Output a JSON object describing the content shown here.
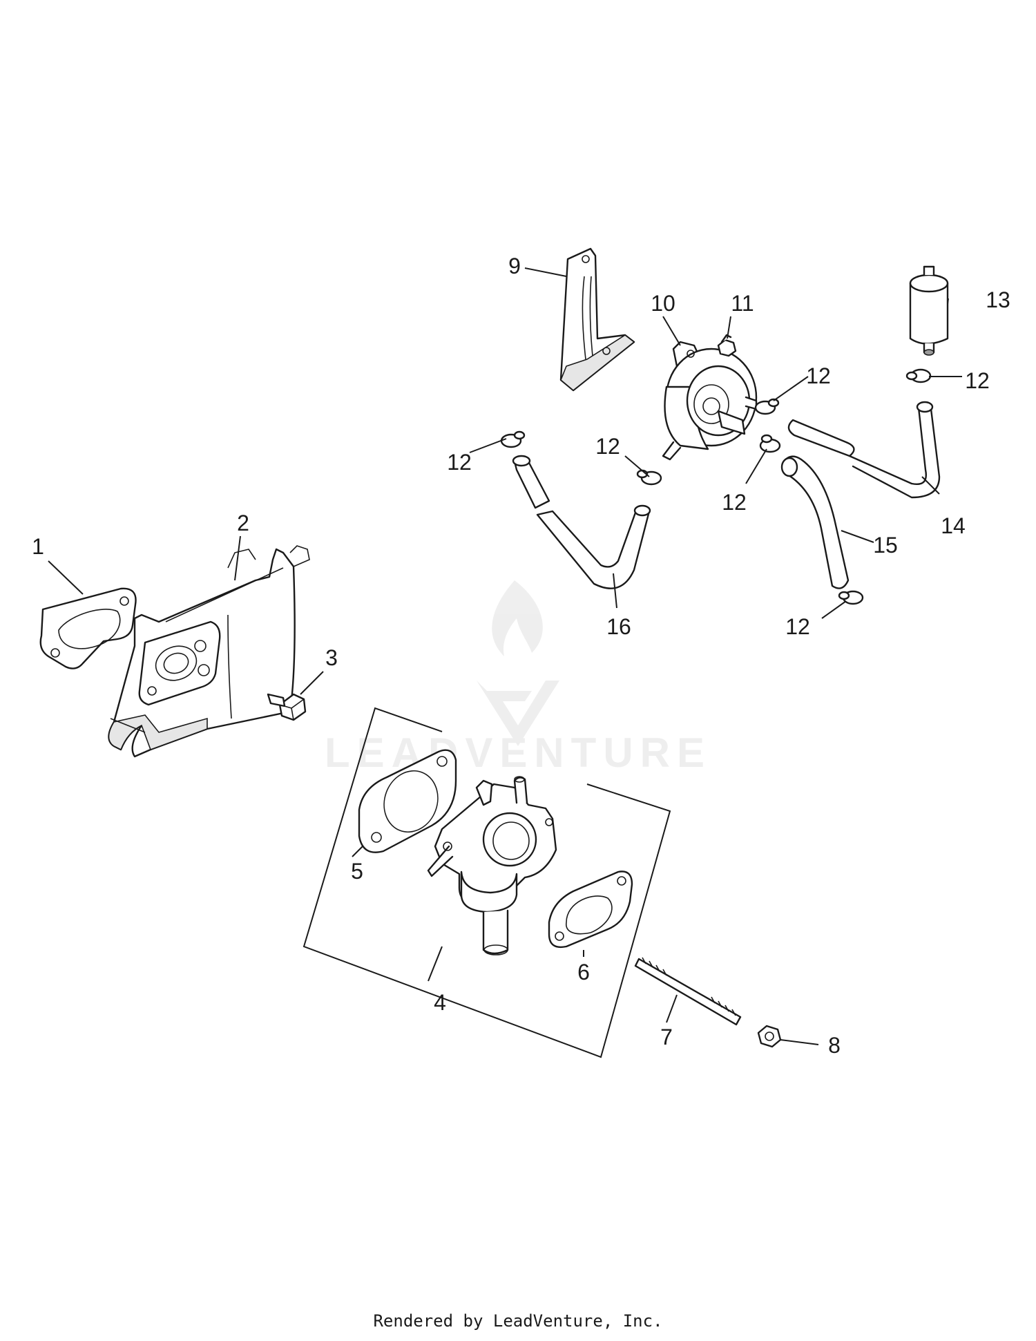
{
  "watermark": {
    "brand": "LEADVENTURE"
  },
  "footer": {
    "text": "Rendered by LeadVenture, Inc."
  },
  "callouts": {
    "c1": "1",
    "c2": "2",
    "c3": "3",
    "c4": "4",
    "c5": "5",
    "c6": "6",
    "c7": "7",
    "c8": "8",
    "c9": "9",
    "c10": "10",
    "c11": "11",
    "c12a": "12",
    "c12b": "12",
    "c12c": "12",
    "c12d": "12",
    "c12e": "12",
    "c12f": "12",
    "c13": "13",
    "c14": "14",
    "c15": "15",
    "c16": "16"
  }
}
